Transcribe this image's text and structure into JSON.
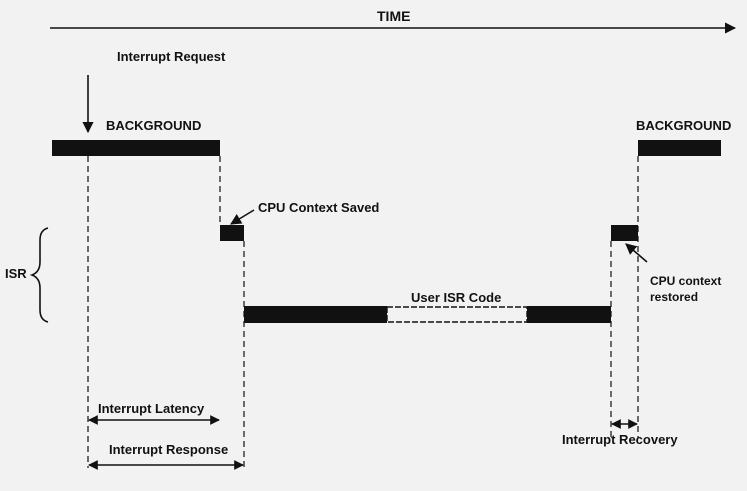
{
  "diagram": {
    "time_label": "TIME",
    "interrupt_request": "Interrupt Request",
    "background_left": "BACKGROUND",
    "background_right": "BACKGROUND",
    "cpu_context_saved": "CPU Context Saved",
    "isr_label": "ISR",
    "user_isr_code": "User ISR Code",
    "cpu_context_restored_line1": "CPU context",
    "cpu_context_restored_line2": "restored",
    "interrupt_latency": "Interrupt Latency",
    "interrupt_response": "Interrupt Response",
    "interrupt_recovery": "Interrupt Recovery",
    "colors": {
      "background": "#f2f2f2",
      "ink": "#111111"
    }
  }
}
